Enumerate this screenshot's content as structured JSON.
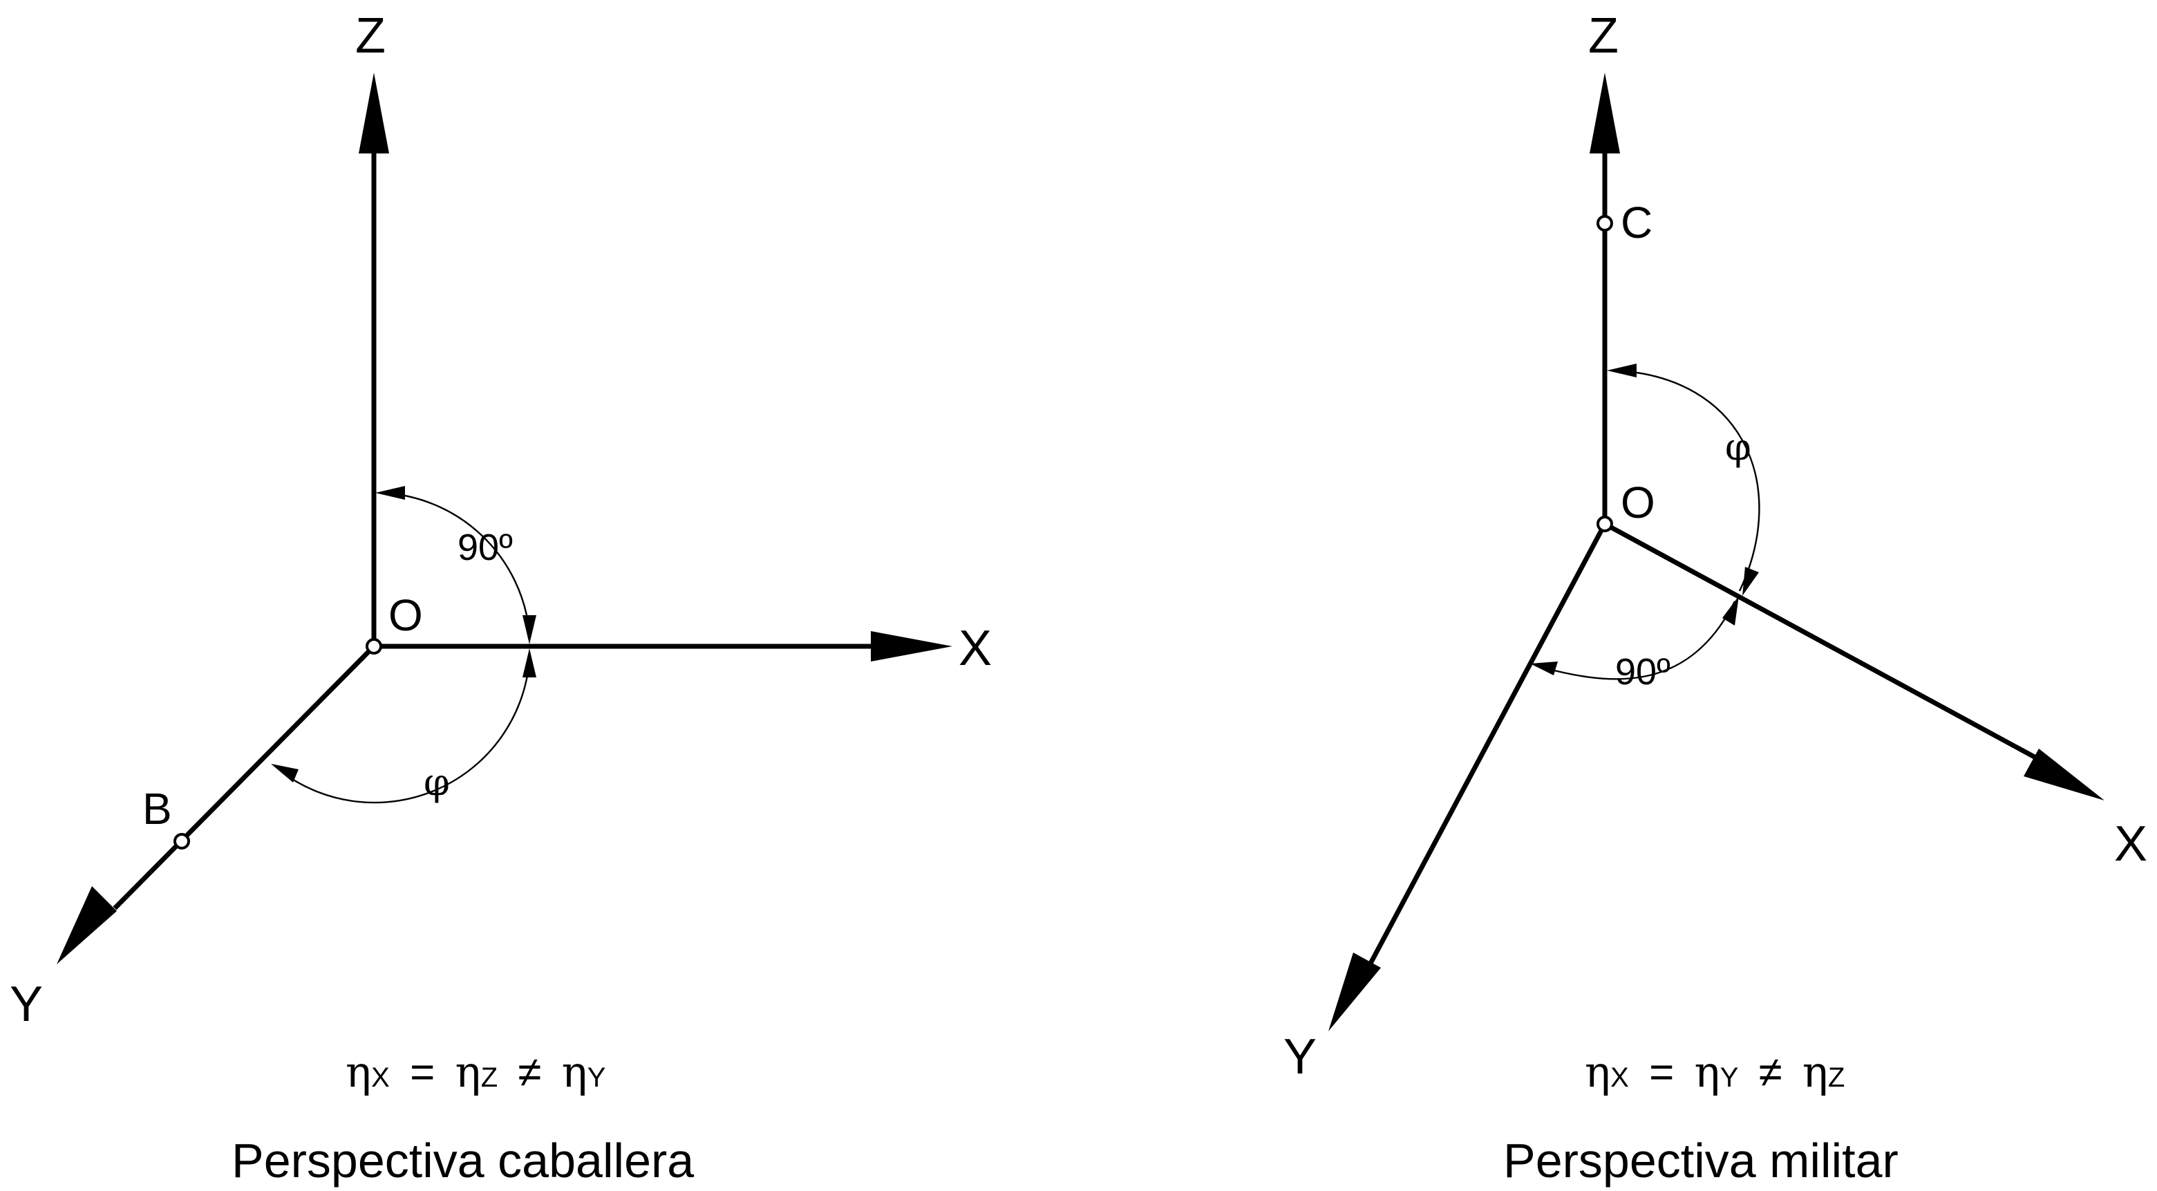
{
  "diagram_left": {
    "axis_labels": {
      "z": "Z",
      "x": "X",
      "y": "Y"
    },
    "origin_label": "O",
    "point_label": "B",
    "angle_label": "90º",
    "phi_label": "φ",
    "relation": {
      "eta1": "η",
      "sub1": "X",
      "eq": "=",
      "eta2": "η",
      "sub2": "Z",
      "neq": "≠",
      "eta3": "η",
      "sub3": "Y"
    },
    "caption": "Perspectiva caballera"
  },
  "diagram_right": {
    "axis_labels": {
      "z": "Z",
      "x": "X",
      "y": "Y"
    },
    "origin_label": "O",
    "point_label": "C",
    "angle_label": "90º",
    "phi_label": "φ",
    "relation": {
      "eta1": "η",
      "sub1": "X",
      "eq": "=",
      "eta2": "η",
      "sub2": "Y",
      "neq": "≠",
      "eta3": "η",
      "sub3": "Z"
    },
    "caption": "Perspectiva militar"
  }
}
